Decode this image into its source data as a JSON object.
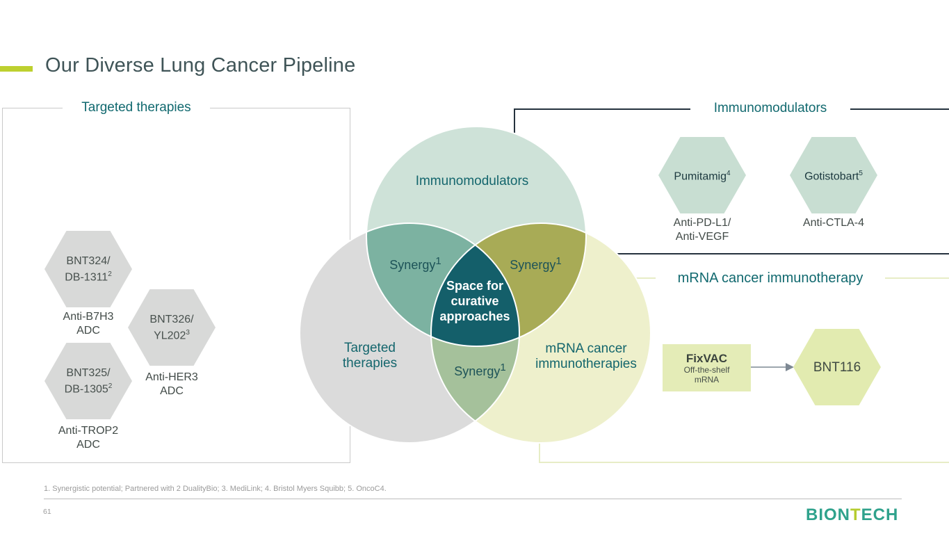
{
  "slide": {
    "title": "Our Diverse Lung Cancer Pipeline",
    "page_number": "61",
    "footnote": "1. Synergistic potential; Partnered with 2 DualityBio; 3. MediLink; 4. Bristol Myers Squibb; 5. OncoC4.",
    "logo": {
      "part1": "BION",
      "part2": "T",
      "part3": "ECH"
    }
  },
  "colors": {
    "accent_dash": "#bdd02f",
    "title_text": "#3f5457",
    "section_heading": "#11696f",
    "dark_box_border": "#25323e",
    "pale_box_border": "#e7edc6",
    "light_box_border": "#c9c9c9",
    "venn_top_circle": "#cee2d8",
    "venn_left_circle": "#dbdbdb",
    "venn_right_circle": "#eef0cc",
    "venn_top_left_overlap": "#7cb2a1",
    "venn_top_right_overlap": "#a8ab56",
    "venn_bottom_overlap": "#a5c19b",
    "venn_center": "#145f6a",
    "gray_hex_fill": "#d8d9d8",
    "mint_hex_fill": "#c8ded2",
    "lime_hex_fill": "#e2ebb0",
    "fixvac_fill": "#e4ecb7",
    "arrow": "#7d8893",
    "footnote_text": "#9b9b9b",
    "logo_teal": "#2fa28c",
    "logo_lime": "#b5cc2f"
  },
  "targeted_section": {
    "heading": "Targeted therapies",
    "items": [
      {
        "hex_line1": "BNT324/",
        "hex_line2": "DB-1311",
        "hex_sup": "2",
        "label_line1": "Anti-B7H3",
        "label_line2": "ADC"
      },
      {
        "hex_line1": "BNT326/",
        "hex_line2": "YL202",
        "hex_sup": "3",
        "label_line1": "Anti-HER3",
        "label_line2": "ADC"
      },
      {
        "hex_line1": "BNT325/",
        "hex_line2": "DB-1305",
        "hex_sup": "2",
        "label_line1": "Anti-TROP2",
        "label_line2": "ADC"
      }
    ]
  },
  "venn": {
    "top_circle_label": "Immunomodulators",
    "left_circle_label_line1": "Targeted",
    "left_circle_label_line2": "therapies",
    "right_circle_label_line1": "mRNA cancer",
    "right_circle_label_line2": "immunotherapies",
    "synergy_left": {
      "text": "Synergy",
      "sup": "1"
    },
    "synergy_right": {
      "text": "Synergy",
      "sup": "1"
    },
    "synergy_bottom": {
      "text": "Synergy",
      "sup": "1"
    },
    "center_line1": "Space for",
    "center_line2": "curative",
    "center_line3": "approaches"
  },
  "immunomodulators_section": {
    "heading": "Immunomodulators",
    "items": [
      {
        "hex_name": "Pumitamig",
        "hex_sup": "4",
        "label_line1": "Anti-PD-L1/",
        "label_line2": "Anti-VEGF"
      },
      {
        "hex_name": "Gotistobart",
        "hex_sup": "5",
        "label_line1": "Anti-CTLA-4",
        "label_line2": ""
      }
    ]
  },
  "mrna_section": {
    "heading": "mRNA cancer immunotherapy",
    "fixvac": {
      "title": "FixVAC",
      "sub_line1": "Off-the-shelf",
      "sub_line2": "mRNA"
    },
    "hex_name": "BNT116"
  }
}
